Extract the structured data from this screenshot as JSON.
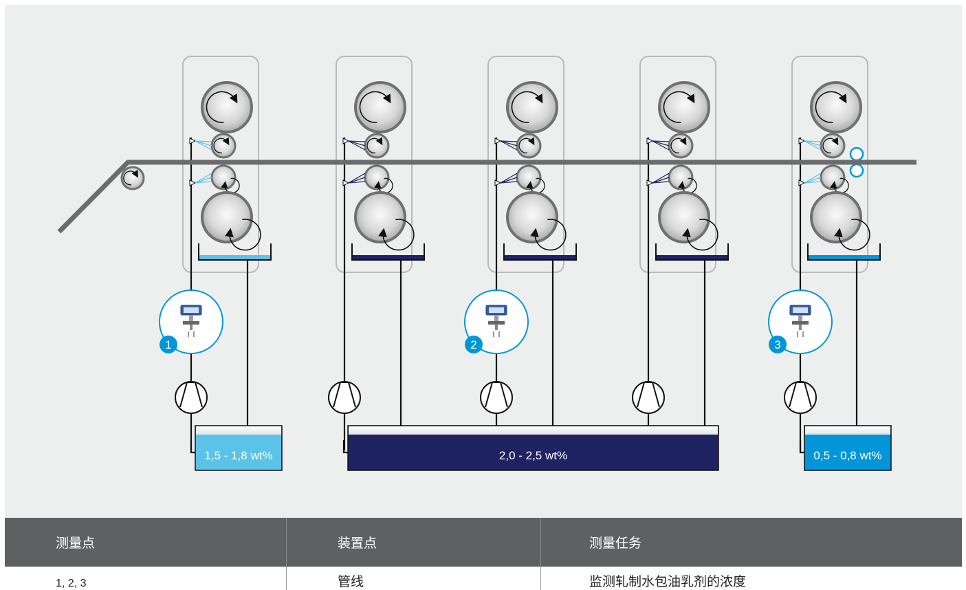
{
  "colors": {
    "panel": "#edeeee",
    "strip": "#6b6c6d",
    "light_blue": "#5bc2e8",
    "dark_blue": "#1f2263",
    "mid_blue": "#0096d8",
    "table_header": "#5f6061"
  },
  "diagram": {
    "stands": [
      "stand-1",
      "stand-2",
      "stand-3",
      "stand-4",
      "stand-5"
    ],
    "tanks": [
      {
        "label": "1,5 - 1,8 wt%",
        "color": "#5bc2e8"
      },
      {
        "label": "2,0 - 2,5 wt%",
        "color": "#1f2263"
      },
      {
        "label": "0,5 - 0,8 wt%",
        "color": "#0096d8"
      }
    ],
    "measuring_points": [
      {
        "number": "1"
      },
      {
        "number": "2"
      },
      {
        "number": "3"
      }
    ],
    "icons": [
      "flowmeter-icon",
      "pump-icon",
      "roll-icon"
    ]
  },
  "table": {
    "headers": [
      "测量点",
      "装置点",
      "测量任务"
    ],
    "rows": [
      [
        "1, 2, 3",
        "管线",
        "监测轧制水包油乳剂的浓度"
      ]
    ]
  }
}
